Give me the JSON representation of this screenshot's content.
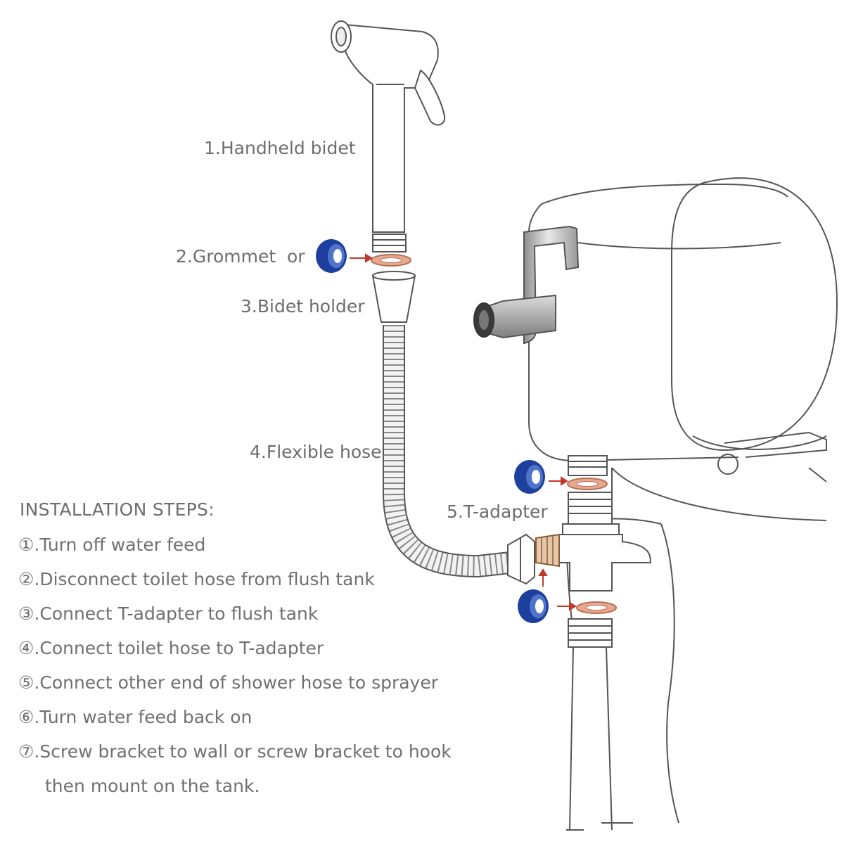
{
  "labels": {
    "handheld_bidet": "1.Handheld bidet",
    "grommet": "2.Grommet",
    "grommet_or": "or",
    "bidet_holder": "3.Bidet holder",
    "flexible_hose": "4.Flexible hose",
    "t_adapter": "5.T-adapter"
  },
  "installation": {
    "title": "INSTALLATION STEPS:",
    "steps": [
      "①.Turn off water feed",
      "②.Disconnect toilet hose from flush tank",
      "③.Connect T-adapter to flush tank",
      "④.Connect toilet hose to T-adapter",
      "⑤.Connect other end of shower hose to sprayer",
      "⑥.Turn water feed back on",
      "⑦.Screw bracket to wall or screw bracket to hook",
      "then mount on the tank."
    ]
  },
  "colors": {
    "outline": "#555555",
    "washer_blue": "#1d3f9e",
    "arrow_red": "#c0392b",
    "gasket": "#d9967f",
    "text": "#6d6d6d"
  }
}
